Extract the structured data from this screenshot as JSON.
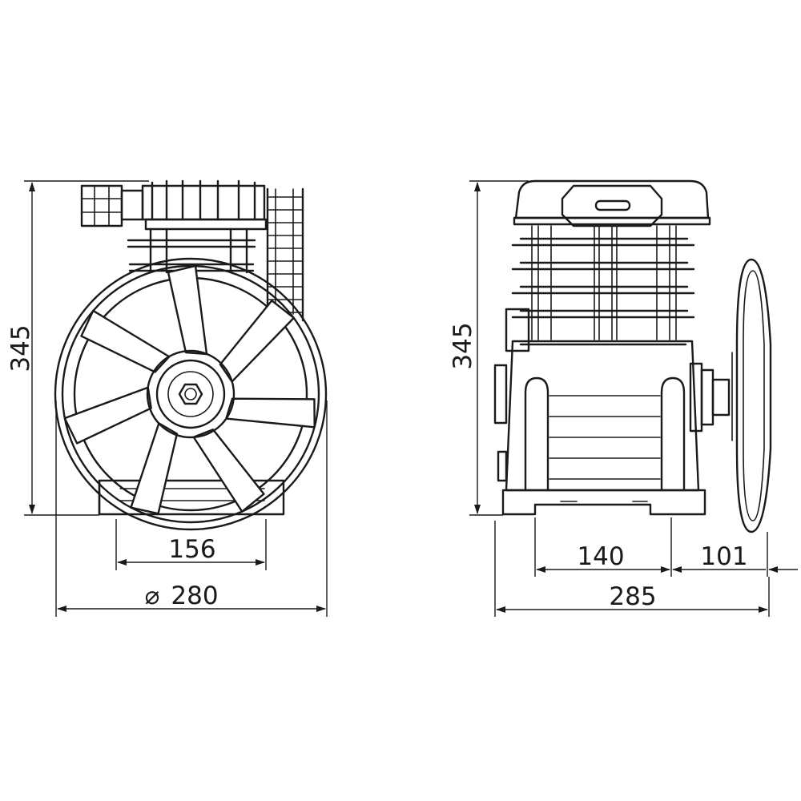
{
  "front_view": {
    "height_label": "345",
    "pulley_width_label": "156",
    "diameter_symbol": "⌀",
    "diameter_label": "280"
  },
  "side_view": {
    "height_label": "345",
    "base_label": "140",
    "pulley_offset_label": "101",
    "total_width_label": "285"
  },
  "colors": {
    "line": "#1a1a1a",
    "background": "#ffffff"
  }
}
